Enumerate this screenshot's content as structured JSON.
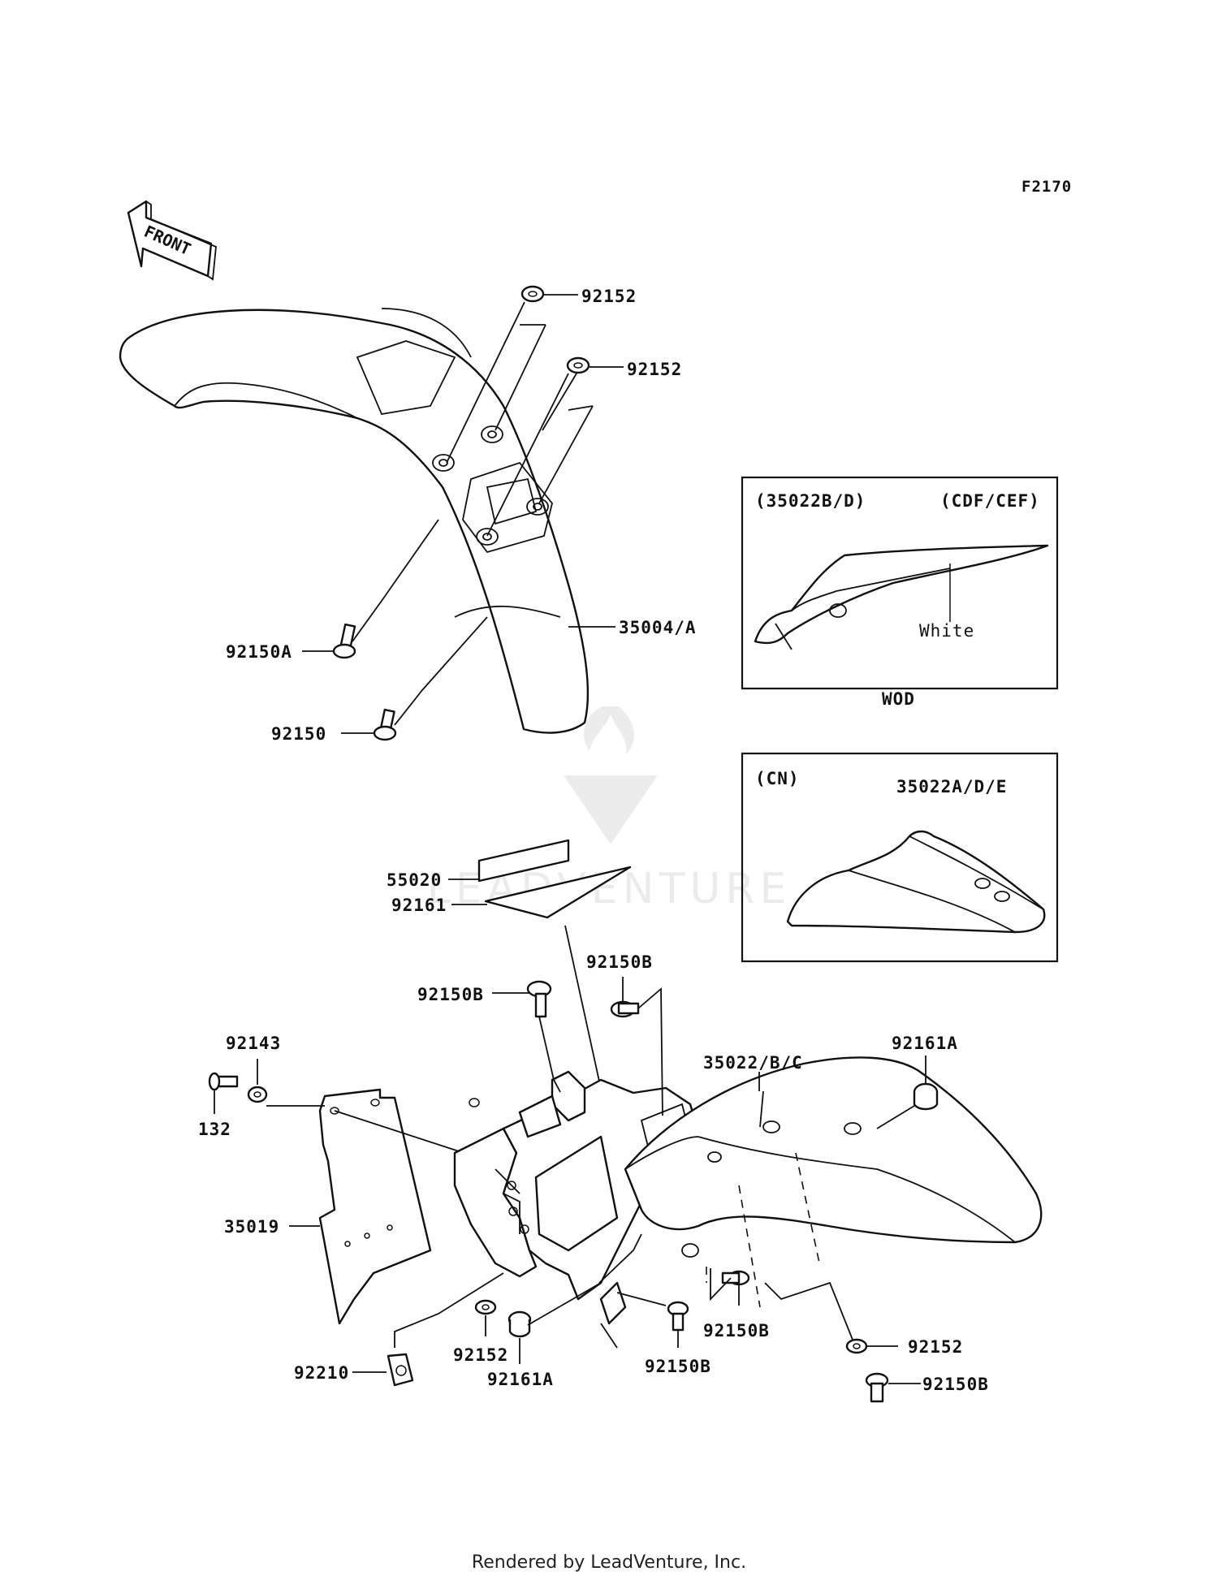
{
  "figure_code": "F2170",
  "front_label": "FRONT",
  "footer": "Rendered by LeadVenture, Inc.",
  "watermark": "LEADVENTURE",
  "inset_wod": {
    "codes_left": "(35022B/D)",
    "codes_right": "(CDF/CEF)",
    "note": "White",
    "caption": "WOD"
  },
  "inset_cn": {
    "code": "(CN)",
    "part": "35022A/D/E"
  },
  "labels": {
    "l_92152_a": "92152",
    "l_92152_b": "92152",
    "l_35004": "35004/A",
    "l_92150a": "92150A",
    "l_92150": "92150",
    "l_55020": "55020",
    "l_92161": "92161",
    "l_92150b_a": "92150B",
    "l_92150b_b": "92150B",
    "l_92143": "92143",
    "l_132": "132",
    "l_35022": "35022/B/C",
    "l_92161a_a": "92161A",
    "l_35019": "35019",
    "l_92152_c": "92152",
    "l_92161a_b": "92161A",
    "l_92150b_c": "92150B",
    "l_92150b_d": "92150B",
    "l_92152_d": "92152",
    "l_92150b_e": "92150B",
    "l_92210": "92210"
  }
}
